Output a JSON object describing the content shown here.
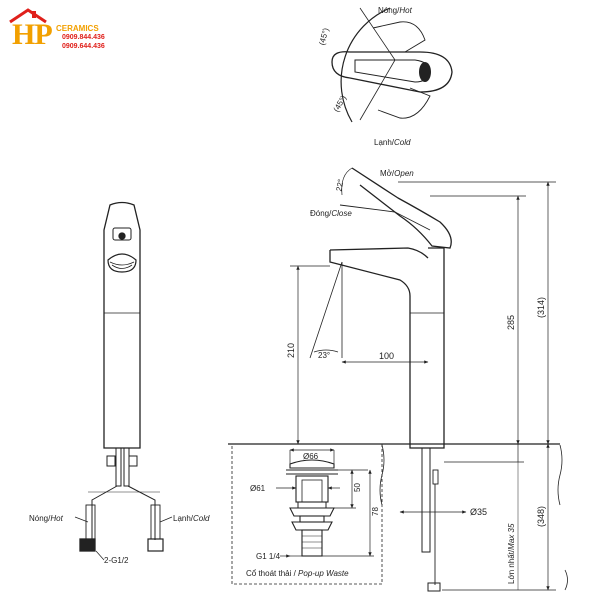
{
  "logo": {
    "mark": "HP",
    "brand": "CERAMICS",
    "phone_1": "0909.844.436",
    "phone_2": "0909.644.436"
  },
  "handle_view": {
    "hot_label": "Nóng/",
    "hot_label_en": "Hot",
    "cold_label": "Lạnh/",
    "cold_label_en": "Cold",
    "angle_top": "(45°)",
    "angle_bottom": "(45°)"
  },
  "side_view": {
    "open_label": "Mở/",
    "open_label_en": "Open",
    "close_label": "Đóng/",
    "close_label_en": "Close",
    "lever_angle": "22°",
    "spout_angle": "23°",
    "dim_spout_height": "210",
    "dim_reach": "100",
    "dim_body_height": "285",
    "dim_total_height": "(314)",
    "dim_below_counter": "(348)",
    "dim_max": "Lớn nhất/",
    "dim_max_en": "Max 35",
    "dim_shank_dia": "Ø35"
  },
  "front_view": {
    "hot_label": "Nóng/",
    "hot_label_en": "Hot",
    "cold_label": "Lạnh/",
    "cold_label_en": "Cold",
    "connection": "2-G1/2"
  },
  "waste": {
    "dim_top_dia": "Ø66",
    "dim_body_dia": "Ø61",
    "dim_50": "50",
    "dim_78": "78",
    "thread": "G1 1/4",
    "caption": "Cổ thoát thải / ",
    "caption_en": "Pop-up Waste"
  }
}
